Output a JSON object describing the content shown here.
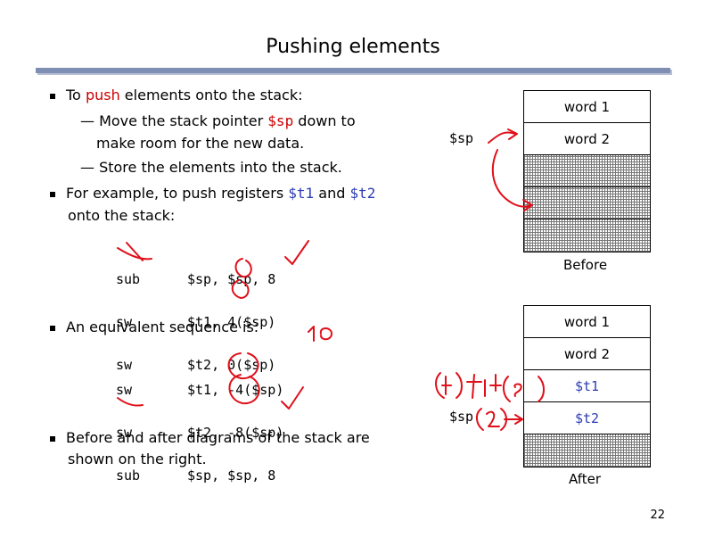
{
  "title": "Pushing elements",
  "bullets": {
    "b1_prefix": "To ",
    "b1_red": "push",
    "b1_suffix": " elements onto the stack:",
    "sub1_prefix": "— Move the stack pointer ",
    "sub1_red": "$sp",
    "sub1_suffix": " down to",
    "sub1_cont": "make room for the new data.",
    "sub2": "— Store the elements into the stack.",
    "b2_prefix": "For example, to push registers ",
    "b2_t1": "$t1",
    "b2_and": " and ",
    "b2_t2": "$t2",
    "b2_cont": "onto the stack:",
    "b3": "An equivalent sequence is:",
    "b4_line1": "Before and after diagrams of the stack are",
    "b4_line2": "shown on the right."
  },
  "code1": [
    {
      "op": "sub",
      "args": "$sp, $sp, 8"
    },
    {
      "op": "sw",
      "args": "$t1, 4($sp)"
    },
    {
      "op": "sw",
      "args": "$t2, 0($sp)"
    }
  ],
  "code2": [
    {
      "op": "sw",
      "args": "$t1, -4($sp)"
    },
    {
      "op": "sw",
      "args": "$t2, -8($sp)"
    },
    {
      "op": "sub",
      "args": "$sp, $sp, 8"
    }
  ],
  "before": {
    "cells": [
      "word 1",
      "word 2"
    ],
    "sp_label": "$sp",
    "caption": "Before"
  },
  "after": {
    "cells": [
      "word 1",
      "word 2",
      "$t1",
      "$t2"
    ],
    "sp_label": "$sp",
    "caption": "After"
  },
  "page_number": "22",
  "colors": {
    "accent_red": "#cc0000",
    "register_blue": "#2c3cb4",
    "title_rule": "#7f8fb3",
    "ink": "#e0101a"
  }
}
